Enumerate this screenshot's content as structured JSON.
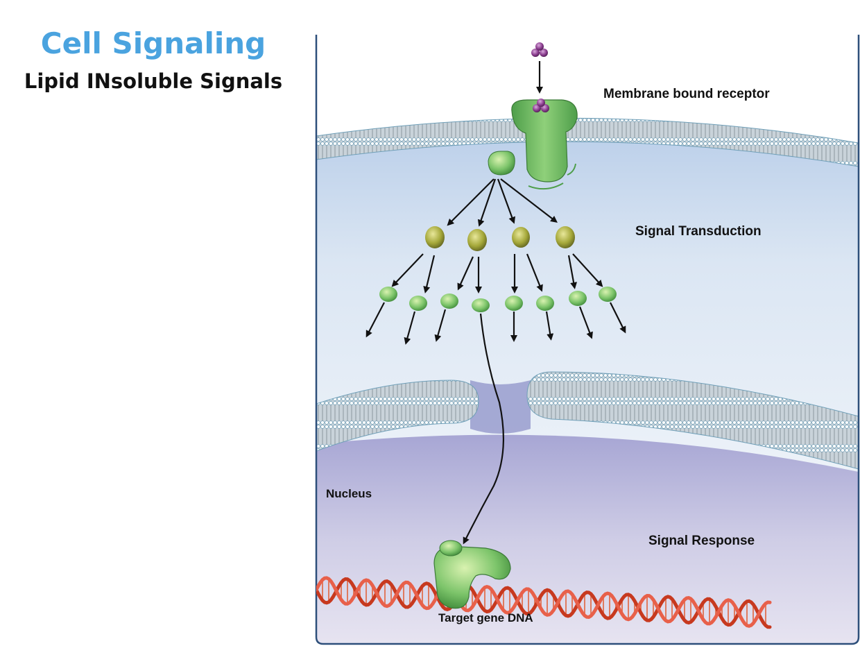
{
  "header": {
    "title": "Cell Signaling",
    "subtitle": "Lipid INsoluble Signals"
  },
  "labels": {
    "receptor": "Membrane bound receptor",
    "transduction": "Signal Transduction",
    "nucleus": "Nucleus",
    "response": "Signal Response",
    "dna": "Target gene DNA"
  },
  "colors": {
    "title": "#4aa3df",
    "cytoplasm": "#dde8f4",
    "nucleoplasm": "#c9c7e2",
    "protein_green": "#7cc46a",
    "kinase_olive": "#a5a83a",
    "ligand_purple": "#8a3c8e",
    "dna_red": "#d9452a"
  }
}
